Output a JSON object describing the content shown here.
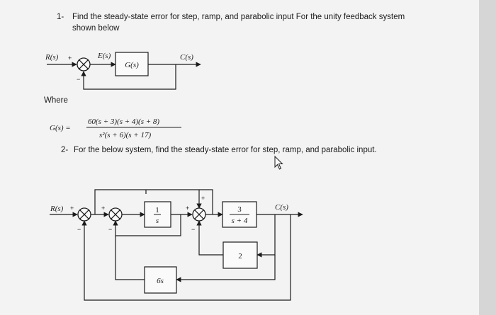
{
  "page": {
    "bg": "#f3f3f3",
    "ink": "#1c1c1c"
  },
  "q1": {
    "number": "1-",
    "line1": "Find the steady-state error for step, ramp, and parabolic input For the unity feedback system",
    "line2": "shown below"
  },
  "d1": {
    "r": "R(s)",
    "plus": "+",
    "e": "E(s)",
    "g": "G(s)",
    "c": "C(s)",
    "minus": "−"
  },
  "where": "Where",
  "eq": {
    "lhs": "G(s) =",
    "num": "60(s + 3)(s + 4)(s + 8)",
    "den": "s²(s + 6)(s + 17)"
  },
  "q2": {
    "number": "2-",
    "text": "For the below system, find the steady-state error for step, ramp, and parabolic input."
  },
  "d2": {
    "r": "R(s)",
    "c": "C(s)",
    "int_num": "1",
    "int_den": "s",
    "g3_num": "3",
    "g3_den": "s + 4",
    "gain2": "2",
    "gain6s": "6s",
    "plus": "+",
    "minus": "−"
  }
}
